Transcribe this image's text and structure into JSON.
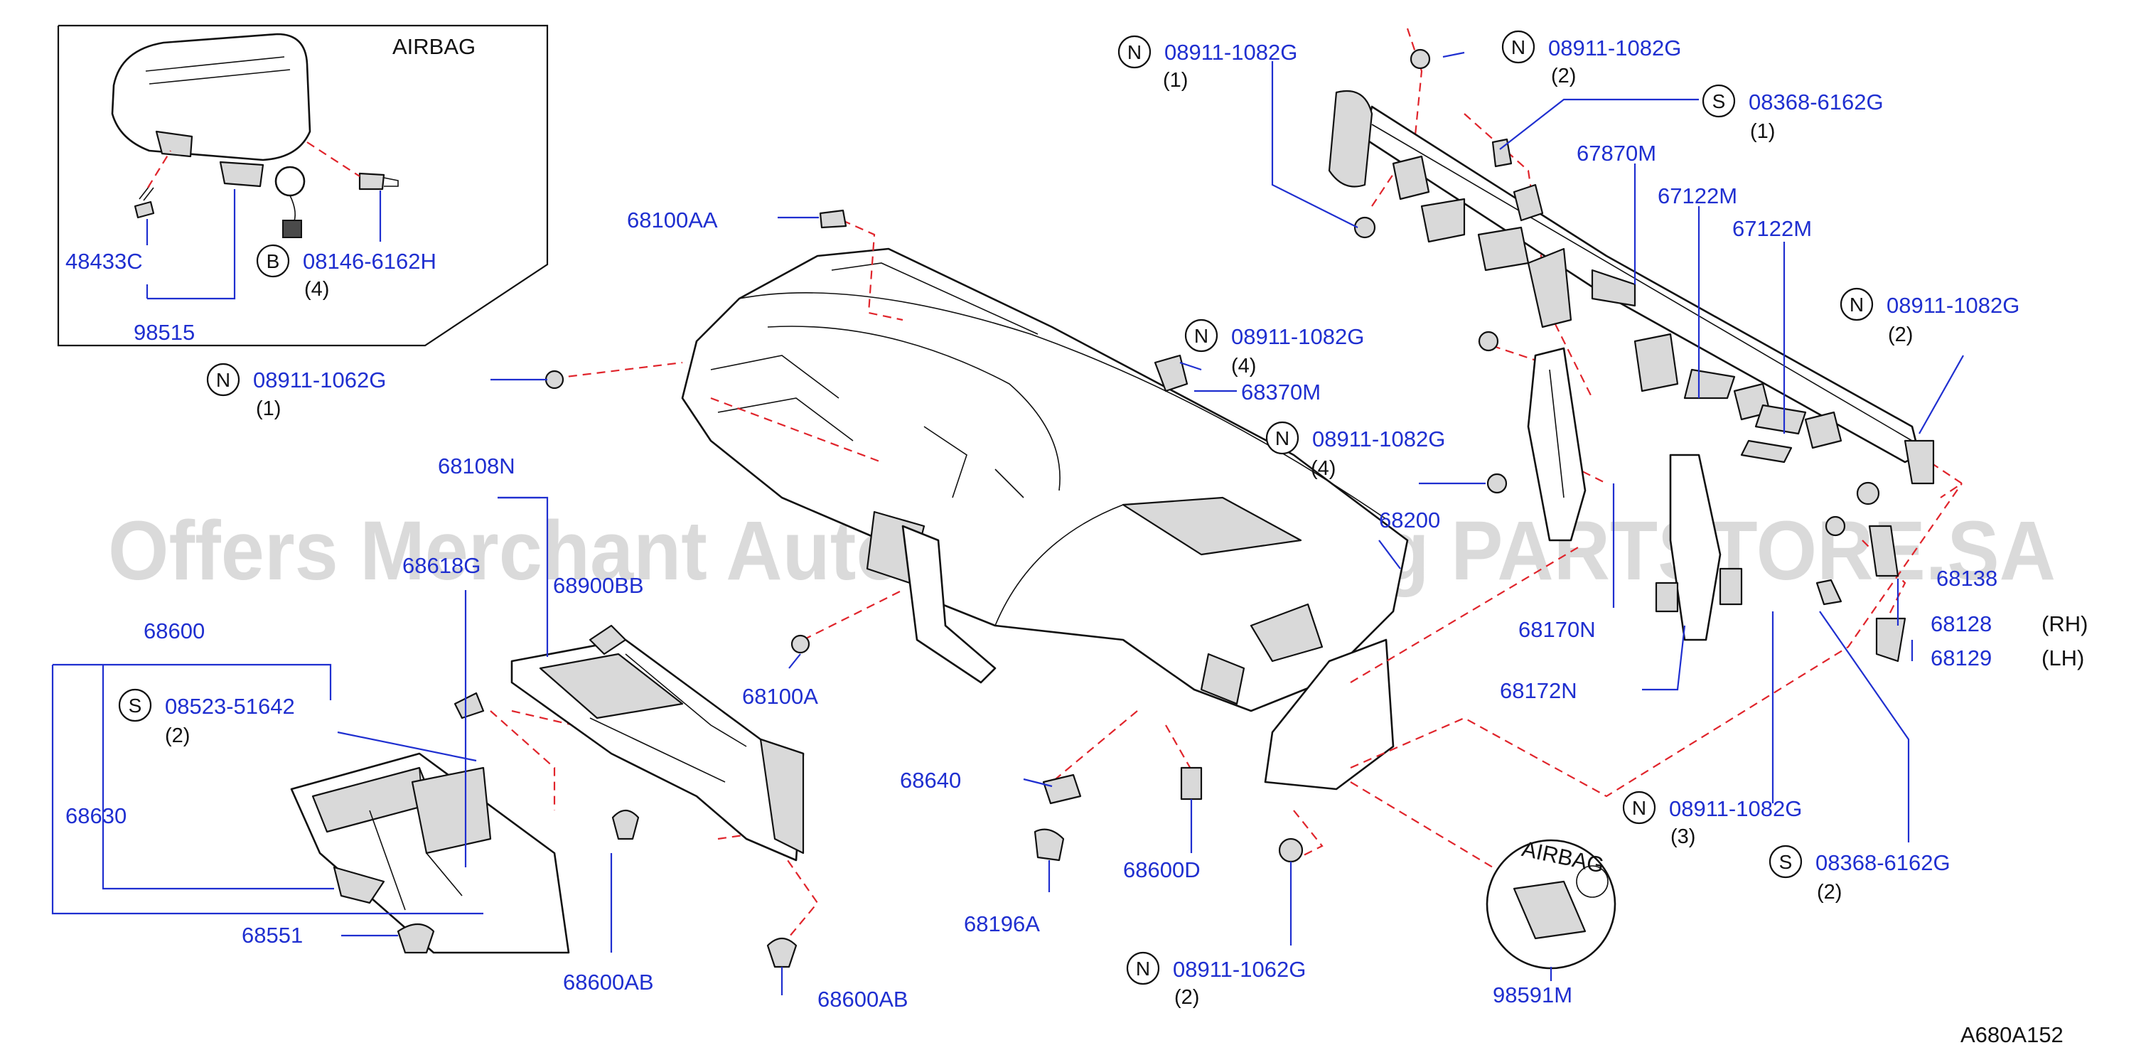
{
  "diagram_id": "A680A152",
  "watermark": "Offers Merchant Auto Parts Catalog PARTSTORE.SA",
  "inset_title": "AIRBAG",
  "airbag_badge_text": "AIRBAG",
  "labels": {
    "p48433C": "48433C",
    "p08146_6162H": "08146-6162H",
    "p08146_qty": "(4)",
    "p98515": "98515",
    "p08911_1062G_a": "08911-1062G",
    "p08911_1062G_a_qty": "(1)",
    "p68100AA": "68100AA",
    "p08911_1082G_a": "08911-1082G",
    "p08911_1082G_a_qty": "(1)",
    "p08911_1082G_b": "08911-1082G",
    "p08911_1082G_b_qty": "(2)",
    "p08368_6162G_a": "08368-6162G",
    "p08368_6162G_a_qty": "(1)",
    "p67870M": "67870M",
    "p67122M_a": "67122M",
    "p67122M_b": "67122M",
    "p08911_1082G_c": "08911-1082G",
    "p08911_1082G_c_qty": "(2)",
    "p08911_1082G_d": "08911-1082G",
    "p08911_1082G_d_qty": "(4)",
    "p68370M": "68370M",
    "p08911_1082G_e": "08911-1082G",
    "p08911_1082G_e_qty": "(4)",
    "p68200": "68200",
    "p68108N": "68108N",
    "p68618G": "68618G",
    "p68900BB": "68900BB",
    "p68600": "68600",
    "p08523_51642": "08523-51642",
    "p08523_qty": "(2)",
    "p68630": "68630",
    "p68551": "68551",
    "p68600AB_a": "68600AB",
    "p68600AB_b": "68600AB",
    "p68100A": "68100A",
    "p68640": "68640",
    "p68196A": "68196A",
    "p68600D": "68600D",
    "p08911_1062G_b": "08911-1062G",
    "p08911_1062G_b_qty": "(2)",
    "p98591M": "98591M",
    "p68170N": "68170N",
    "p68172N": "68172N",
    "p68138": "68138",
    "p68128": "68128",
    "p68128_side": "(RH)",
    "p68129": "68129",
    "p68129_side": "(LH)",
    "p08911_1082G_f": "08911-1082G",
    "p08911_1082G_f_qty": "(3)",
    "p08368_6162G_b": "08368-6162G",
    "p08368_6162G_b_qty": "(2)"
  },
  "markers": {
    "B": "B",
    "N": "N",
    "S": "S"
  },
  "colors": {
    "part_number": "#1f2fd0",
    "leader": "#1f2fd0",
    "dashed_connector": "#e0242b",
    "outline": "#111111"
  }
}
